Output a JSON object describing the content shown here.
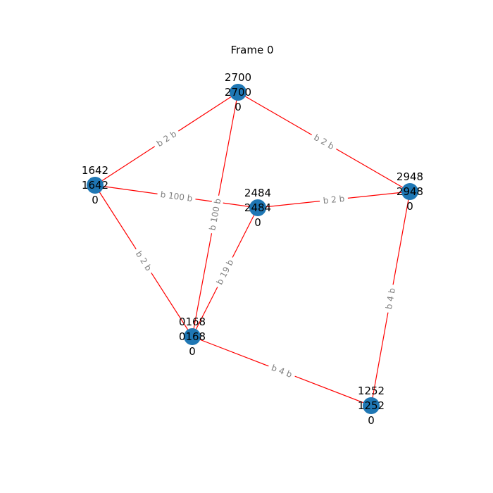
{
  "title": "Frame 0",
  "colors": {
    "node": "#1f77b4",
    "edge": "#ff0000",
    "edge_label": "#808080",
    "text": "#000000"
  },
  "nodes": [
    {
      "id": "2700",
      "top": "2700",
      "middle": "2700",
      "bottom": "0"
    },
    {
      "id": "1642",
      "top": "1642",
      "middle": "1642",
      "bottom": "0"
    },
    {
      "id": "2484",
      "top": "2484",
      "middle": "2484",
      "bottom": "0"
    },
    {
      "id": "2948",
      "top": "2948",
      "middle": "2948",
      "bottom": "0"
    },
    {
      "id": "0168",
      "top": "0168",
      "middle": "0168",
      "bottom": "0"
    },
    {
      "id": "1252",
      "top": "1252",
      "middle": "1252",
      "bottom": "0"
    }
  ],
  "edges": [
    {
      "source": "1642",
      "target": "2700",
      "label": "b 2 b"
    },
    {
      "source": "2700",
      "target": "2948",
      "label": "b 2 b"
    },
    {
      "source": "2700",
      "target": "0168",
      "label": "b 100 b"
    },
    {
      "source": "1642",
      "target": "2484",
      "label": "b 100 b"
    },
    {
      "source": "2484",
      "target": "2948",
      "label": "b 2 b"
    },
    {
      "source": "1642",
      "target": "0168",
      "label": "b 2 b"
    },
    {
      "source": "2484",
      "target": "0168",
      "label": "b 19 b"
    },
    {
      "source": "2948",
      "target": "1252",
      "label": "b 4 b"
    },
    {
      "source": "0168",
      "target": "1252",
      "label": "b 4 b"
    }
  ]
}
